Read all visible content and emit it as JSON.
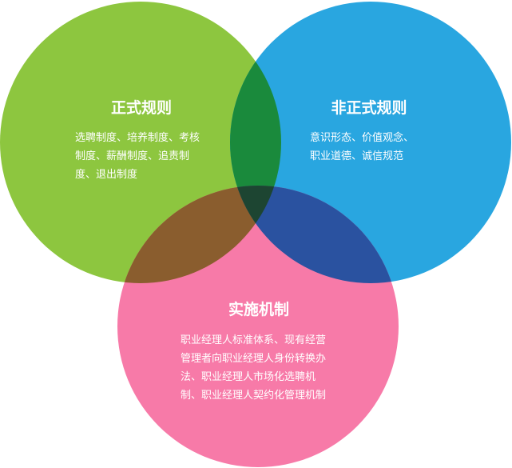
{
  "colors": {
    "green": "#8dc63f",
    "blue": "#29a6e0",
    "pink": "#f77aa8",
    "green_blue_overlap": "#1a8a3c",
    "green_pink_overlap": "#8a5d2e",
    "blue_pink_overlap": "#2a52a0",
    "center_overlap": "#1d4532"
  },
  "circles": {
    "formal": {
      "title": "正式规则",
      "lines": [
        "选聘制度、培养制度、考核",
        "制度、薪酬制度、追责制",
        "度、退出制度"
      ]
    },
    "informal": {
      "title": "非正式规则",
      "lines": [
        "意识形态、价值观念、",
        "职业道德、诚信规范"
      ]
    },
    "mechanism": {
      "title": "实施机制",
      "lines": [
        "职业经理人标准体系、现有经营",
        "管理者向职业经理人身份转换办",
        "法、职业经理人市场化选聘机",
        "制、职业经理人契约化管理机制"
      ]
    }
  }
}
